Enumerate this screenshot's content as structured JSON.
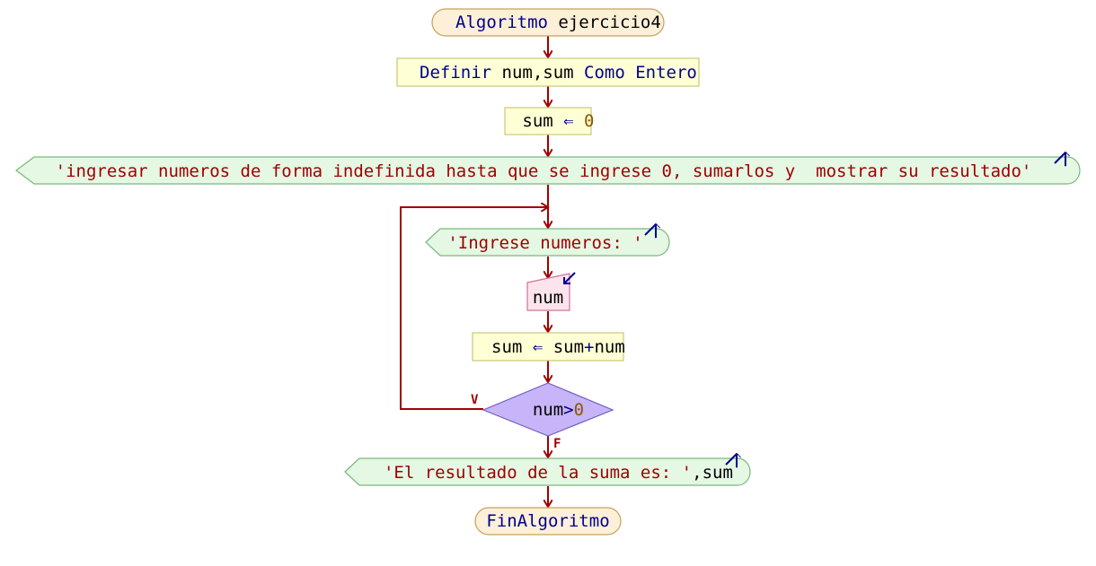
{
  "flowchart": {
    "start": {
      "keyword": "Algoritmo",
      "name": " ejercicio4"
    },
    "define": {
      "kw1": "Definir",
      "vars": " num,sum ",
      "kw2": "Como Entero"
    },
    "assign_init": {
      "var": "sum",
      "arrow": " ⇐ ",
      "value": "0"
    },
    "output_intro": {
      "text": "'ingresar numeros de forma indefinida hasta que se ingrese 0, sumarlos y  mostrar su resultado'"
    },
    "output_prompt": {
      "text": "'Ingrese numeros: '"
    },
    "read": {
      "var": "num"
    },
    "assign_sum": {
      "var": "sum",
      "arrow": " ⇐ ",
      "expr_a": "sum",
      "plus": "+",
      "expr_b": "num"
    },
    "decision": {
      "var": "num",
      "op": ">",
      "value": "0",
      "true_label": "V",
      "false_label": "F"
    },
    "output_result": {
      "text": "'El resultado de la suma es: '",
      "sep": ",",
      "var": "sum"
    },
    "end": {
      "keyword": "FinAlgoritmo"
    }
  },
  "colors": {
    "terminal_fill": "#fdf0d8",
    "terminal_stroke": "#c8a05a",
    "process_fill": "#ffffd6",
    "process_stroke": "#c8c87a",
    "io_fill": "#e4f8e4",
    "io_stroke": "#7ab87a",
    "read_fill": "#fce4ec",
    "read_stroke": "#d070a0",
    "decision_fill": "#c8b4f8",
    "decision_stroke": "#7060c0",
    "flow": "#a00000"
  }
}
